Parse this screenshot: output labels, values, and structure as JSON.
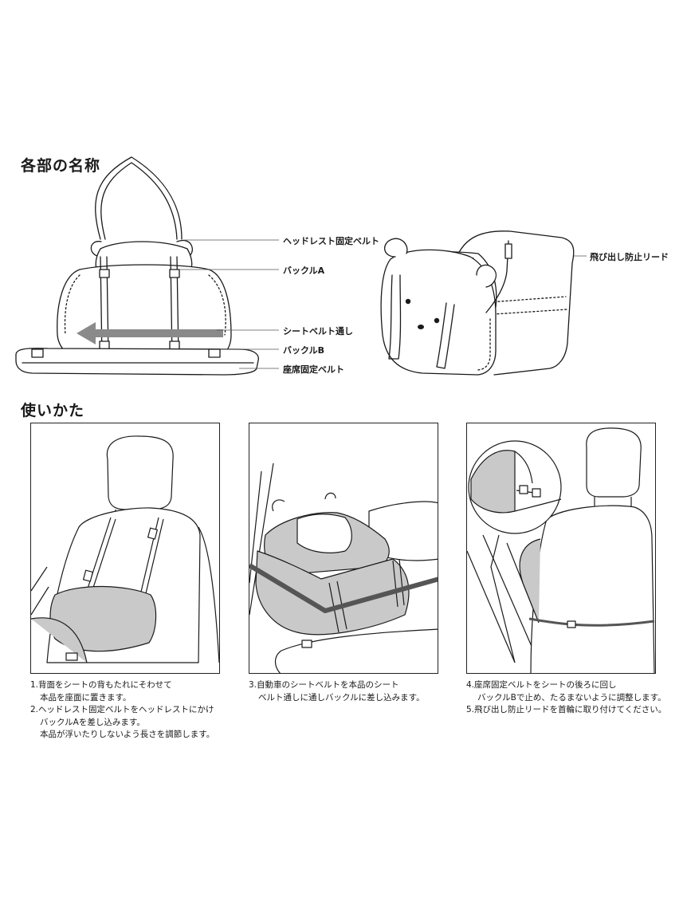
{
  "sections": {
    "parts_title": "各部の名称",
    "usage_title": "使いかた"
  },
  "parts_labels": {
    "headrest_belt": "ヘッドレスト固定ベルト",
    "buckle_a": "バックルA",
    "seatbelt_loop": "シートベルト通し",
    "buckle_b": "バックルB",
    "seat_belt": "座席固定ベルト",
    "leash": "飛び出し防止リード"
  },
  "steps": {
    "step1_line1": "1.背面をシートの背もたれにそわせて",
    "step1_line2": "本品を座面に置きます。",
    "step2_line1": "2.ヘッドレスト固定ベルトをヘッドレストにかけ",
    "step2_line2": "バックルAを差し込みます。",
    "step2_line3": "本品が浮いたりしないよう長さを調節します。",
    "step3_line1": "3.自動車のシートベルトを本品のシート",
    "step3_line2": "ベルト通しに通しバックルに差し込みます。",
    "step4_line1": "4.座席固定ベルトをシートの後ろに回し",
    "step4_line2": "バックルBで止め、たるまないように調整します。",
    "step5_line1": "5.飛び出し防止リードを首輪に取り付けてください。"
  },
  "colors": {
    "line": "#1a1a1a",
    "fill_gray": "#c9c9c9",
    "arrow_gray": "#8a8a8a"
  }
}
